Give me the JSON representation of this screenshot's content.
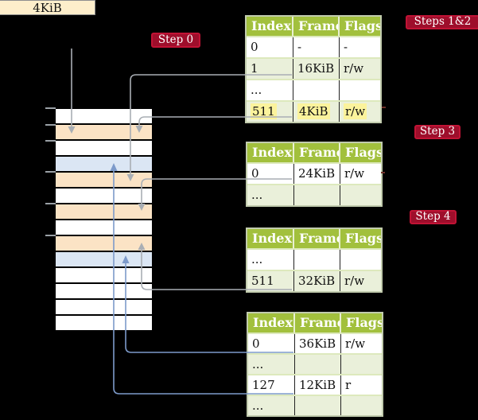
{
  "frame_box": {
    "label": "4KiB"
  },
  "badges": {
    "step0": "Step 0",
    "steps_1_2": "Steps 1&2",
    "step3": "Step 3",
    "step4": "Step 4"
  },
  "tables": [
    {
      "name": "level-4-page-table",
      "columns": [
        "Index",
        "Frame",
        "Flags"
      ],
      "rows": [
        {
          "cells": [
            "0",
            "-",
            "-"
          ]
        },
        {
          "cells": [
            "1",
            "16KiB",
            "r/w"
          ]
        },
        {
          "cells": [
            "...",
            "",
            ""
          ]
        },
        {
          "cells": [
            "511",
            "4KiB",
            "r/w"
          ]
        }
      ]
    },
    {
      "name": "level-3-page-table",
      "columns": [
        "Index",
        "Frame",
        "Flags"
      ],
      "rows": [
        {
          "cells": [
            "0",
            "24KiB",
            "r/w"
          ]
        },
        {
          "cells": [
            "...",
            "",
            ""
          ]
        }
      ]
    },
    {
      "name": "level-2-page-table",
      "columns": [
        "Index",
        "Frame",
        "Flags"
      ],
      "rows": [
        {
          "cells": [
            "...",
            "",
            ""
          ]
        },
        {
          "cells": [
            "511",
            "32KiB",
            "r/w"
          ]
        }
      ]
    },
    {
      "name": "level-1-page-table",
      "columns": [
        "Index",
        "Frame",
        "Flags"
      ],
      "rows": [
        {
          "cells": [
            "0",
            "36KiB",
            "r/w"
          ]
        },
        {
          "cells": [
            "...",
            "",
            ""
          ]
        },
        {
          "cells": [
            "127",
            "12KiB",
            "r"
          ]
        },
        {
          "cells": [
            "...",
            "",
            ""
          ]
        }
      ]
    }
  ],
  "colors": {
    "background": "#000000",
    "table_header_green": "#a2c03d",
    "table_row_alt_green": "#eaf0da",
    "row_highlight_yellow": "#fbf39c",
    "badge_red": "#9e0e2b",
    "frame_box_cream": "#fdeecb",
    "memory_peach": "#fbe3c5",
    "memory_blue": "#dbe6f4",
    "arrow_gray": "#a9aeb4",
    "arrow_blue": "#7d9aca"
  }
}
